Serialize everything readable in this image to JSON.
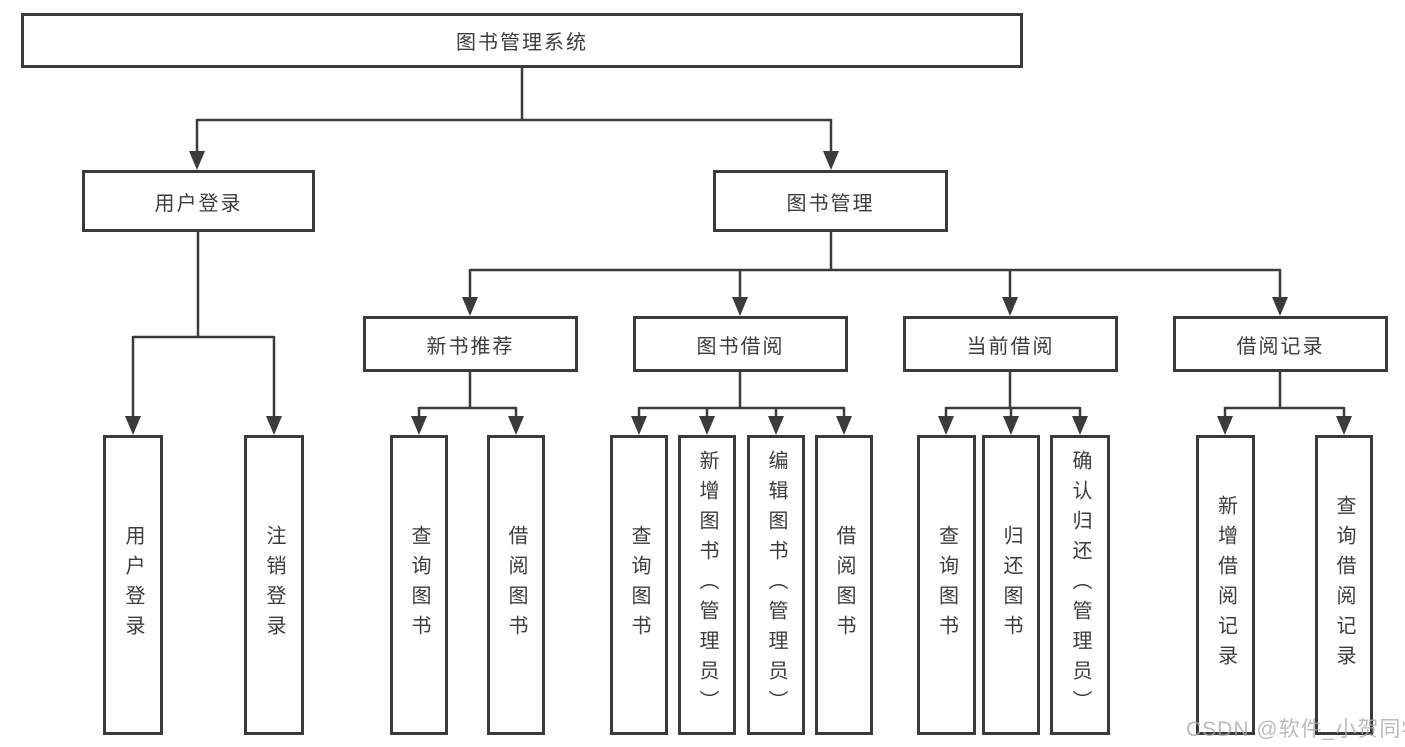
{
  "diagram": {
    "root": {
      "label": "图书管理系统"
    },
    "branches": [
      {
        "label": "用户登录",
        "children": [
          {
            "label": "用户登录"
          },
          {
            "label": "注销登录"
          }
        ]
      },
      {
        "label": "图书管理",
        "children": [
          {
            "label": "新书推荐",
            "children": [
              {
                "label": "查询图书"
              },
              {
                "label": "借阅图书"
              }
            ]
          },
          {
            "label": "图书借阅",
            "children": [
              {
                "label": "查询图书"
              },
              {
                "label": "新增图书（管理员）"
              },
              {
                "label": "编辑图书（管理员）"
              },
              {
                "label": "借阅图书"
              }
            ]
          },
          {
            "label": "当前借阅",
            "children": [
              {
                "label": "查询图书"
              },
              {
                "label": "归还图书"
              },
              {
                "label": "确认归还（管理员）"
              }
            ]
          },
          {
            "label": "借阅记录",
            "children": [
              {
                "label": "新增借阅记录"
              },
              {
                "label": "查询借阅记录"
              }
            ]
          }
        ]
      }
    ]
  },
  "watermark": {
    "text": "CSDN @软件_小贺同学"
  },
  "colors": {
    "line": "#3b3b3b",
    "box_border": "#3a3a3a",
    "text": "#3c3c3c",
    "background": "#ffffff",
    "watermark": "#aaaaaa"
  }
}
